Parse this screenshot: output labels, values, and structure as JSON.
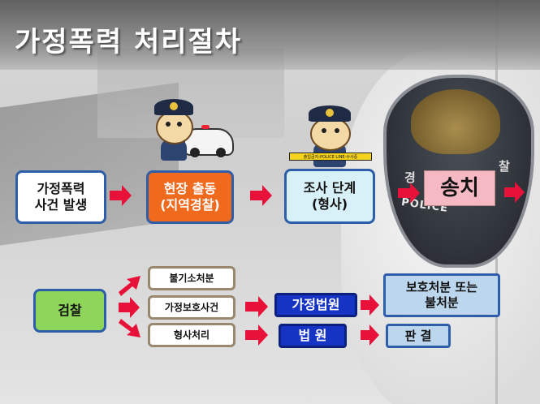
{
  "title": "가정폭력 처리절차",
  "patch": {
    "line1": "POLICE",
    "k1": "경",
    "k2": "찰"
  },
  "tape_text": "출입금지-POLICE LINE-수사중",
  "flow": {
    "step1": "가정폭력\n사건 발생",
    "step2": "현장 출동\n(지역경찰)",
    "step3": "조사 단계\n(형사)",
    "step4": "송치"
  },
  "branch": {
    "start": "검찰",
    "opt1": "불기소처분",
    "opt2": "가정보호사건",
    "opt3": "형사처리",
    "court1": "가정법원",
    "court2": "법 원",
    "result1": "보호처분 또는\n불처분",
    "result2": "판 결"
  },
  "colors": {
    "arrow": "#e8113a",
    "box_border": "#2f5ea8",
    "orange": "#f06a1e",
    "green": "#8ed65a",
    "blue": "#1534c4",
    "pink": "#f5b9c3"
  }
}
